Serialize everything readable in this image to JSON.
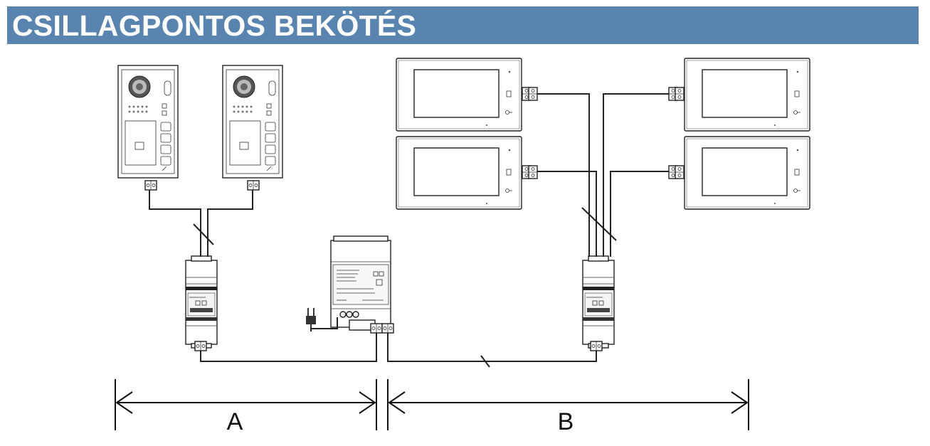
{
  "header": {
    "title": "CSILLAGPONTOS BEKÖTÉS"
  },
  "dimensions": [
    {
      "id": "A",
      "label": "A"
    },
    {
      "id": "B",
      "label": "B"
    }
  ],
  "colors": {
    "title_bar": "#5a84b0",
    "title_text": "#ffffff",
    "line": "#222222"
  },
  "icons": [
    "door-station-icon",
    "monitor-icon",
    "distributor-icon",
    "power-supply-icon",
    "power-plug-icon"
  ]
}
